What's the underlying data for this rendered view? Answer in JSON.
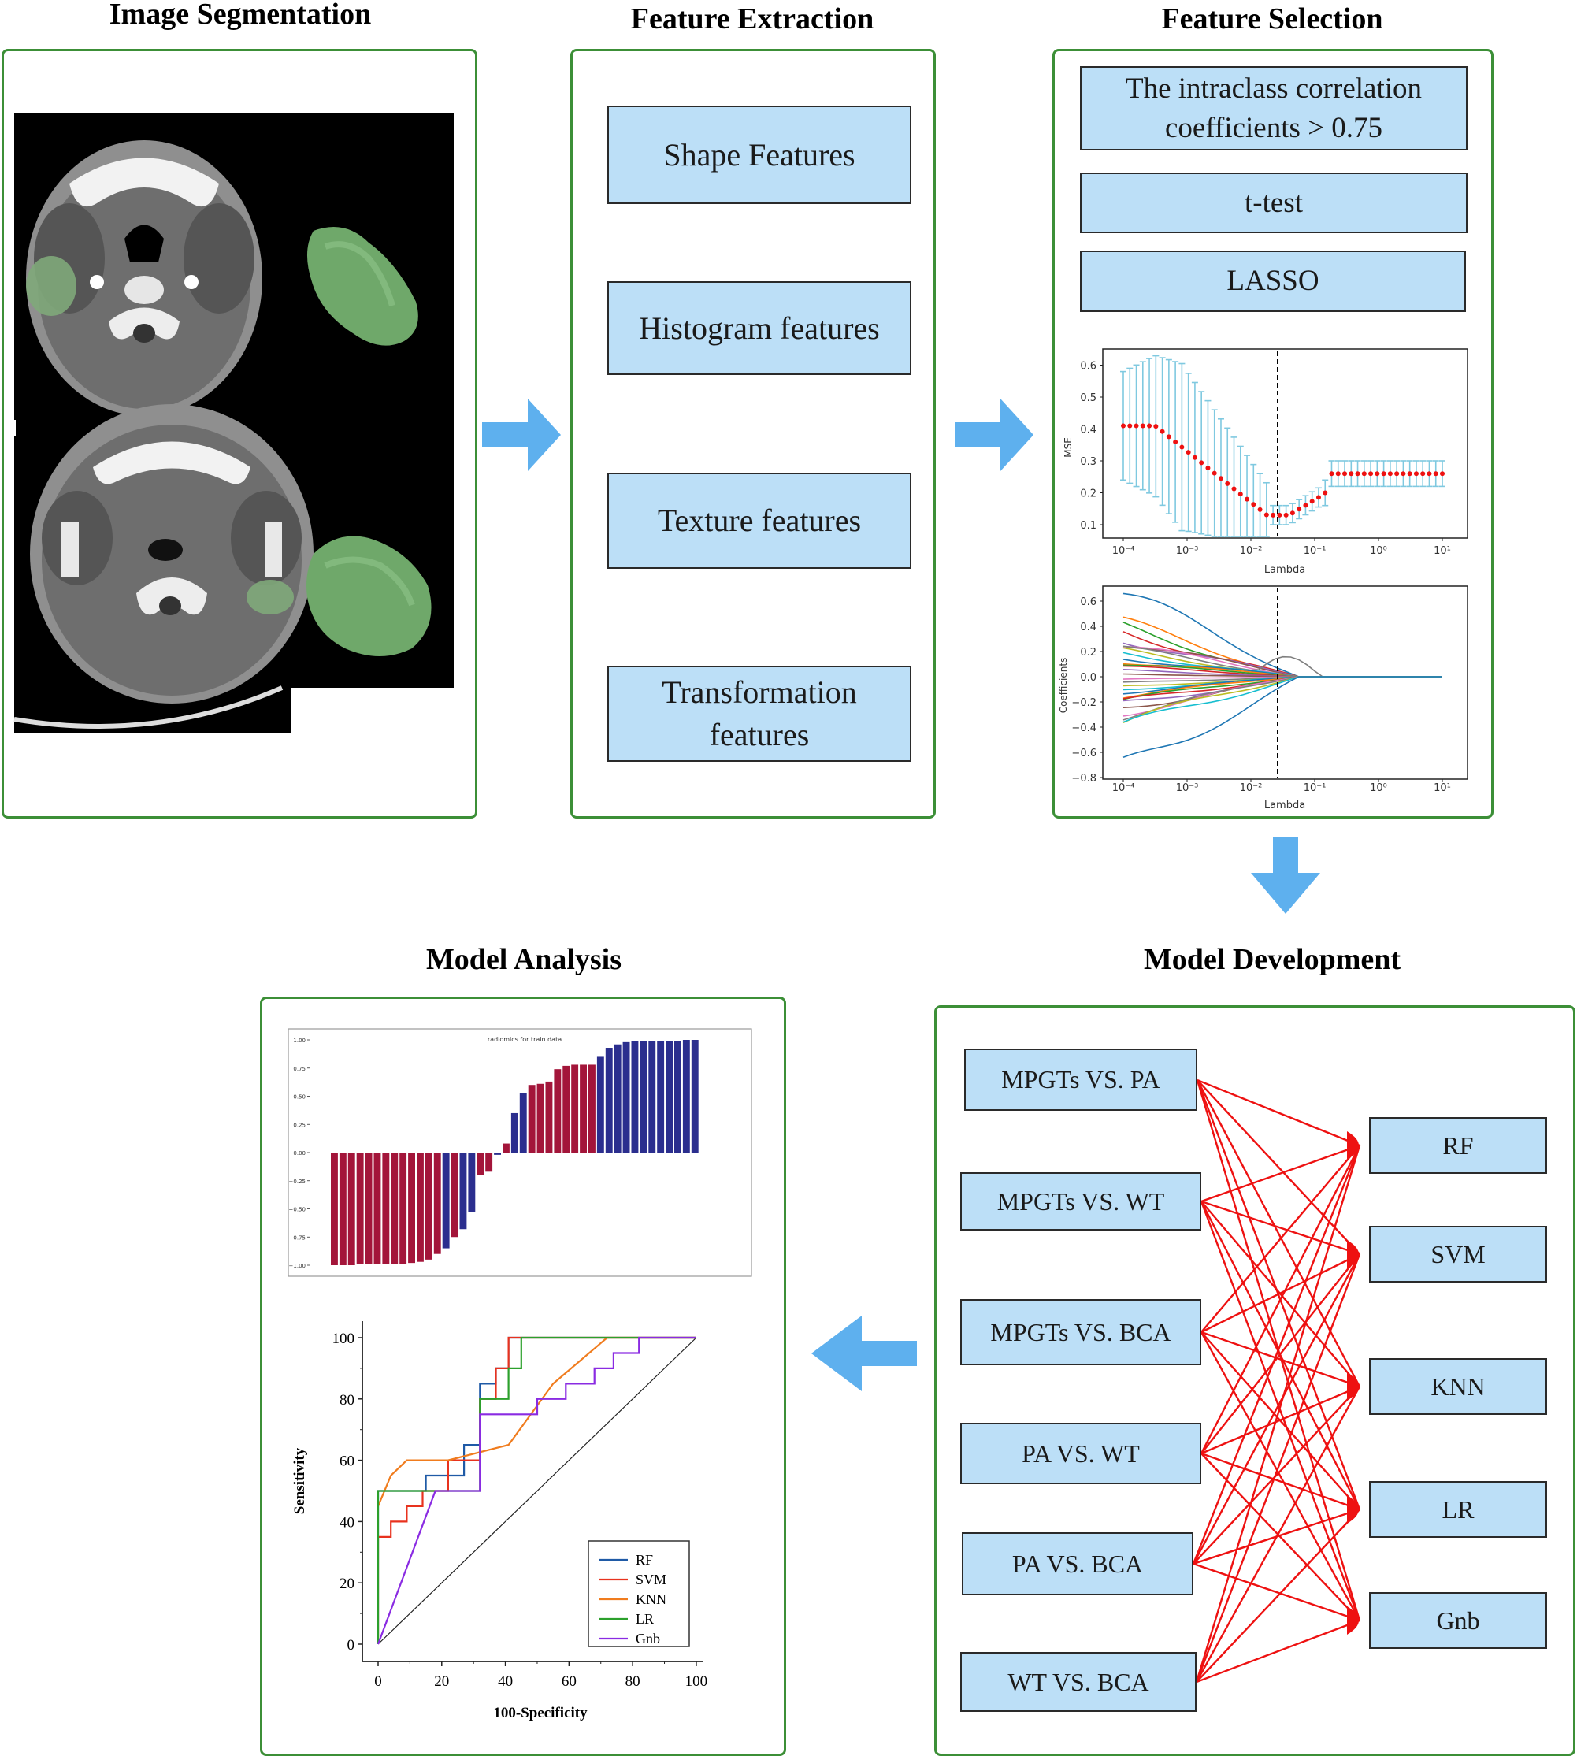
{
  "colors": {
    "panel_border": "#3c8f37",
    "box_fill": "#bcdff7",
    "arrow": "#5eb0ee",
    "edge": "#ee1111"
  },
  "titles": {
    "segmentation": "Image Segmentation",
    "extraction": "Feature Extraction",
    "selection": "Feature Selection",
    "analysis": "Model Analysis",
    "development": "Model Development"
  },
  "extraction": {
    "items": [
      "Shape Features",
      "Histogram features",
      "Texture features",
      "Transformation features"
    ]
  },
  "selection": {
    "steps": [
      "The intraclass correlation coefficients > 0.75",
      "t-test",
      "LASSO"
    ],
    "mse_plot": {
      "ylabel": "MSE",
      "xlabel": "Lambda",
      "yticks": [
        "0.1",
        "0.2",
        "0.3",
        "0.4",
        "0.5",
        "0.6"
      ],
      "xticks": [
        "10⁻⁴",
        "10⁻³",
        "10⁻²",
        "10⁻¹",
        "10⁰",
        "10¹"
      ]
    },
    "coef_plot": {
      "ylabel": "Coefficients",
      "xlabel": "Lambda",
      "yticks": [
        "0.6",
        "0.4",
        "0.2",
        "0.0",
        "−0.2",
        "−0.4",
        "−0.6",
        "−0.8"
      ],
      "xticks": [
        "10⁻⁴",
        "10⁻³",
        "10⁻²",
        "10⁻¹",
        "10⁰",
        "10¹"
      ]
    }
  },
  "development": {
    "comparisons": [
      "MPGTs VS. PA",
      "MPGTs VS. WT",
      "MPGTs VS. BCA",
      "PA VS. WT",
      "PA VS. BCA",
      "WT VS. BCA"
    ],
    "models": [
      "RF",
      "SVM",
      "KNN",
      "LR",
      "Gnb"
    ]
  },
  "analysis": {
    "bar_title": "radiomics for train data",
    "bar_yticks": [
      "1.00",
      "0.75",
      "0.50",
      "0.25",
      "0.00",
      "−0.25",
      "−0.50",
      "−0.75",
      "−1.00"
    ],
    "roc_xlabel": "100-Specificity",
    "roc_ylabel": "Sensitivity",
    "roc_ticks": [
      "0",
      "20",
      "40",
      "60",
      "80",
      "100"
    ],
    "legend": [
      "RF",
      "SVM",
      "KNN",
      "LR",
      "Gnb"
    ],
    "legend_colors": [
      "#1f5aa6",
      "#e8321e",
      "#f07c1e",
      "#2ca02c",
      "#8a2be2"
    ]
  },
  "chart_data": [
    {
      "type": "bar",
      "title": "radiomics for train data",
      "ylim": [
        -1,
        1
      ],
      "values": [
        -1,
        -1,
        -1,
        -0.99,
        -0.99,
        -0.99,
        -0.99,
        -0.99,
        -0.99,
        -0.98,
        -0.97,
        -0.95,
        -0.9,
        -0.85,
        -0.75,
        -0.68,
        -0.53,
        -0.2,
        -0.17,
        -0.02,
        0.08,
        0.35,
        0.53,
        0.6,
        0.61,
        0.63,
        0.74,
        0.77,
        0.78,
        0.78,
        0.78,
        0.85,
        0.93,
        0.96,
        0.98,
        0.99,
        0.99,
        0.99,
        0.99,
        0.99,
        0.99,
        1,
        1
      ],
      "classes": [
        "r",
        "r",
        "r",
        "r",
        "r",
        "r",
        "r",
        "r",
        "r",
        "r",
        "r",
        "r",
        "r",
        "b",
        "r",
        "b",
        "b",
        "r",
        "r",
        "b",
        "r",
        "b",
        "b",
        "r",
        "r",
        "r",
        "r",
        "r",
        "r",
        "r",
        "r",
        "b",
        "b",
        "b",
        "b",
        "b",
        "b",
        "b",
        "b",
        "b",
        "b",
        "b",
        "b"
      ]
    },
    {
      "type": "line",
      "xlabel": "100-Specificity",
      "ylabel": "Sensitivity",
      "xlim": [
        0,
        100
      ],
      "ylim": [
        0,
        100
      ],
      "series": [
        {
          "name": "RF",
          "x": [
            0,
            0,
            10,
            10,
            15,
            15,
            20,
            20,
            27,
            27,
            32,
            32,
            37,
            37,
            41,
            41,
            100
          ],
          "y": [
            0,
            50,
            50,
            50,
            50,
            55,
            55,
            55,
            55,
            65,
            65,
            85,
            85,
            90,
            90,
            100,
            100
          ]
        },
        {
          "name": "SVM",
          "x": [
            0,
            0,
            4,
            4,
            9,
            9,
            14,
            14,
            22,
            22,
            32,
            32,
            37,
            37,
            41,
            41,
            100
          ],
          "y": [
            0,
            35,
            35,
            40,
            40,
            45,
            45,
            50,
            50,
            60,
            60,
            80,
            80,
            90,
            90,
            100,
            100
          ]
        },
        {
          "name": "KNN",
          "x": [
            0,
            4,
            9,
            22,
            41,
            55,
            72,
            100
          ],
          "y": [
            45,
            55,
            60,
            60,
            65,
            85,
            100,
            100
          ]
        },
        {
          "name": "LR",
          "x": [
            0,
            0,
            10,
            10,
            32,
            32,
            41,
            41,
            45,
            45,
            100
          ],
          "y": [
            0,
            50,
            50,
            50,
            50,
            80,
            80,
            90,
            90,
            100,
            100
          ]
        },
        {
          "name": "Gnb",
          "x": [
            0,
            18,
            32,
            32,
            37,
            50,
            50,
            59,
            59,
            68,
            68,
            74,
            74,
            82,
            82,
            100
          ],
          "y": [
            0,
            50,
            50,
            75,
            75,
            75,
            80,
            80,
            85,
            85,
            90,
            90,
            95,
            95,
            100,
            100
          ]
        }
      ]
    }
  ]
}
